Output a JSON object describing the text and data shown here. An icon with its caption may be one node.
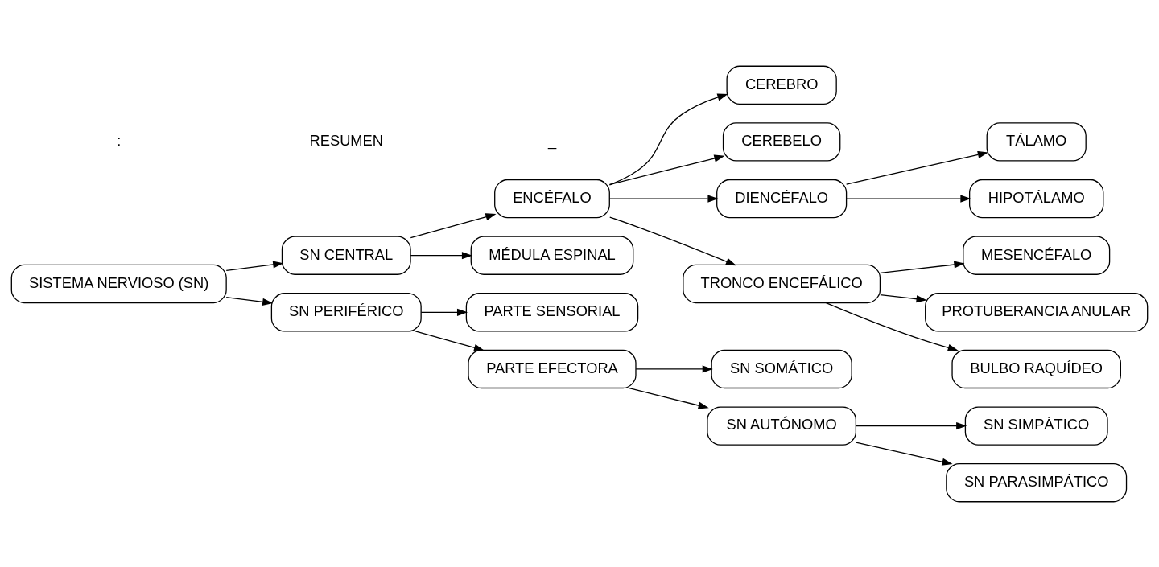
{
  "diagram": {
    "nodes": [
      {
        "text": [
          "SISTEMA NERVIOSO (SN)"
        ]
      },
      {
        "text": [
          "SN CENTRAL"
        ]
      },
      {
        "text": [
          "SN PERIFÉRICO"
        ]
      },
      {
        "text": [
          "ENCÉFALO"
        ]
      },
      {
        "text": [
          "MÉDULA ESPINAL"
        ]
      },
      {
        "text": [
          "CEREBRO"
        ]
      },
      {
        "text": [
          "CEREBELO"
        ]
      },
      {
        "text": [
          "DIENCÉFALO"
        ]
      },
      {
        "text": [
          "TRONCO ENCEFÁLICO"
        ]
      },
      {
        "text": [
          "TÁLAMO"
        ]
      },
      {
        "text": [
          "HIPOTÁLAMO"
        ]
      },
      {
        "text": [
          "MESENCÉFALO"
        ]
      },
      {
        "text": [
          "PROTUBERANCIA ANULAR"
        ]
      },
      {
        "text": [
          "BULBO RAQUÍDEO"
        ]
      },
      {
        "text": [
          "PARTE SENSORIAL"
        ]
      },
      {
        "text": [
          "PARTE EFECTORA"
        ]
      },
      {
        "text": [
          "SN SOMÁTICO"
        ]
      },
      {
        "text": [
          "SN AUTÓNOMO"
        ]
      },
      {
        "text": [
          "SN SIMPÁTICO"
        ]
      },
      {
        "text": [
          "SN PARASIMPÁTICO"
        ]
      }
    ],
    "edges": [
      {
        "from": 0,
        "to": 1,
        "arrow": "to"
      },
      {
        "from": 0,
        "to": 2,
        "arrow": "to"
      },
      {
        "from": 1,
        "to": 3,
        "arrow": "to"
      },
      {
        "from": 1,
        "to": 4,
        "arrow": "to"
      },
      {
        "from": 3,
        "to": 5,
        "arrow": "to"
      },
      {
        "from": 3,
        "to": 6,
        "arrow": "to"
      },
      {
        "from": 3,
        "to": 7,
        "arrow": "to"
      },
      {
        "from": 3,
        "to": 8,
        "arrow": "to"
      },
      {
        "from": 7,
        "to": 9,
        "arrow": "to"
      },
      {
        "from": 7,
        "to": 10,
        "arrow": "to"
      },
      {
        "from": 8,
        "to": 11,
        "arrow": "to"
      },
      {
        "from": 8,
        "to": 12,
        "arrow": "to"
      },
      {
        "from": 8,
        "to": 13,
        "arrow": "to"
      },
      {
        "from": 2,
        "to": 14,
        "arrow": "to"
      },
      {
        "from": 2,
        "to": 15,
        "arrow": "to"
      },
      {
        "from": 15,
        "to": 16,
        "arrow": "to"
      },
      {
        "from": 15,
        "to": 17,
        "arrow": "to"
      },
      {
        "from": 17,
        "to": 18,
        "arrow": "to"
      },
      {
        "from": 17,
        "to": 19,
        "arrow": "to"
      }
    ],
    "labels": [
      ":",
      "RESUMEN",
      "_"
    ]
  }
}
